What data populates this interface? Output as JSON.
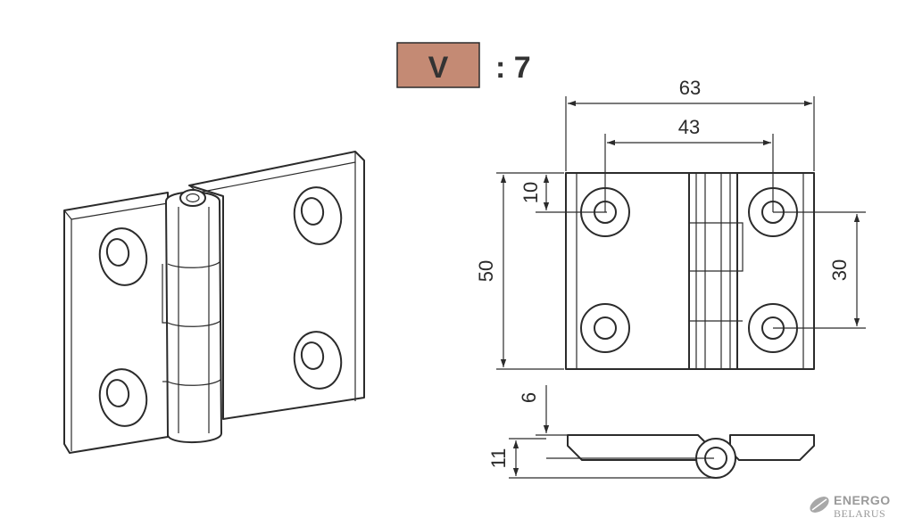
{
  "badge": {
    "letter": "V",
    "ratio": ": 7",
    "fill": "#c48a74"
  },
  "dimensions": {
    "d63": "63",
    "d43": "43",
    "d50": "50",
    "d10": "10",
    "d30": "30",
    "d6": "6",
    "d11": "11"
  },
  "logo": {
    "line1": "ENERGO",
    "line2": "BELARUS"
  }
}
